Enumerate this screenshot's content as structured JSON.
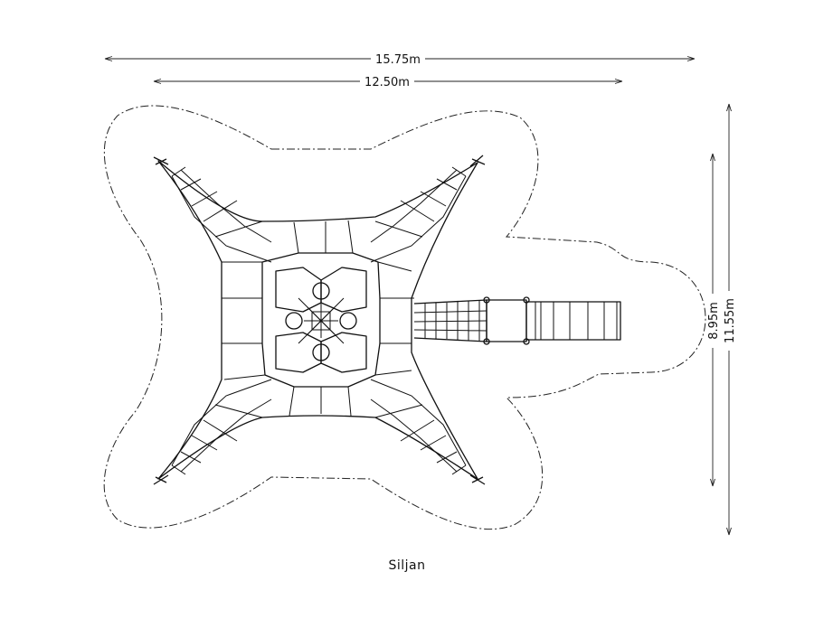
{
  "dimensions": {
    "overall_width": "15.75m",
    "frame_width": "12.50m",
    "frame_height": "8.95m",
    "overall_height": "11.55m"
  },
  "caption": "Siljan"
}
